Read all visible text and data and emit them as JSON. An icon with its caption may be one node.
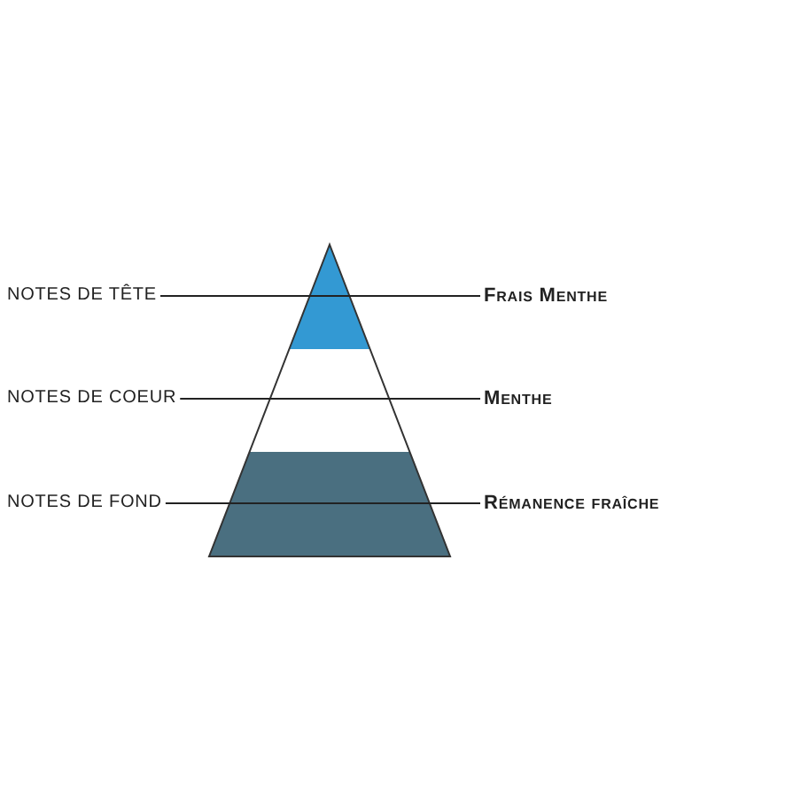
{
  "diagram": {
    "nodes": [
      {
        "text": [
          "NOTES DE TÊTE"
        ]
      },
      {
        "text": [
          "Frais Menthe"
        ]
      },
      {
        "text": [
          "NOTES DE COEUR"
        ]
      },
      {
        "text": [
          "Menthe"
        ]
      },
      {
        "text": [
          "NOTES DE FOND"
        ]
      },
      {
        "text": [
          "Rémanence fraîche"
        ]
      }
    ],
    "edges": [
      {
        "from": 0,
        "to": 1,
        "arrow": "none"
      },
      {
        "from": 2,
        "to": 3,
        "arrow": "none"
      },
      {
        "from": 4,
        "to": 5,
        "arrow": "none"
      }
    ]
  }
}
